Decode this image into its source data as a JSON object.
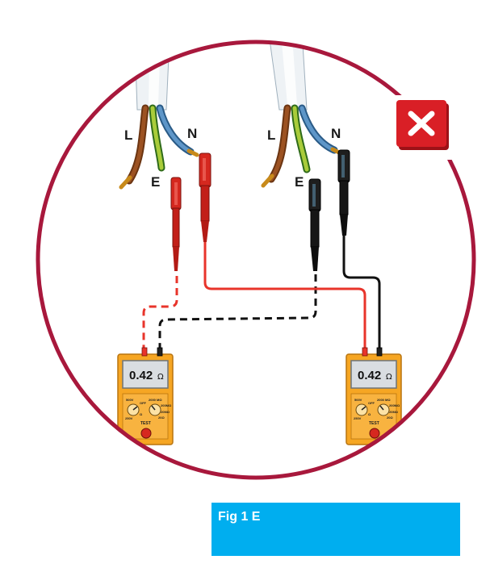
{
  "figure": {
    "caption": "Fig 1  E",
    "colors": {
      "ring": "#a8183c",
      "line_live": "#e8342b",
      "neutral": "#111111",
      "caption_bg": "#00aeef",
      "meter_body": "#f6a623",
      "cross_badge": "#d91f26"
    },
    "badge_icon": "cross-icon"
  },
  "left_cable": {
    "labels": {
      "line": "L",
      "neutral": "N",
      "earth": "E"
    }
  },
  "right_cable": {
    "labels": {
      "line": "L",
      "neutral": "N",
      "earth": "E"
    }
  },
  "meters": [
    {
      "reading": "0.42",
      "unit": "Ω",
      "button": "TEST",
      "dial_left": [
        "500V",
        "OFF",
        "250V",
        "Ω"
      ],
      "dial_right": [
        "2000 MΩ",
        "200MΩ",
        "20MΩ",
        "20Ω"
      ]
    },
    {
      "reading": "0.42",
      "unit": "Ω",
      "button": "TEST",
      "dial_left": [
        "500V",
        "OFF",
        "250V",
        "Ω"
      ],
      "dial_right": [
        "2000 MΩ",
        "200MΩ",
        "20MΩ",
        "20Ω"
      ]
    }
  ]
}
